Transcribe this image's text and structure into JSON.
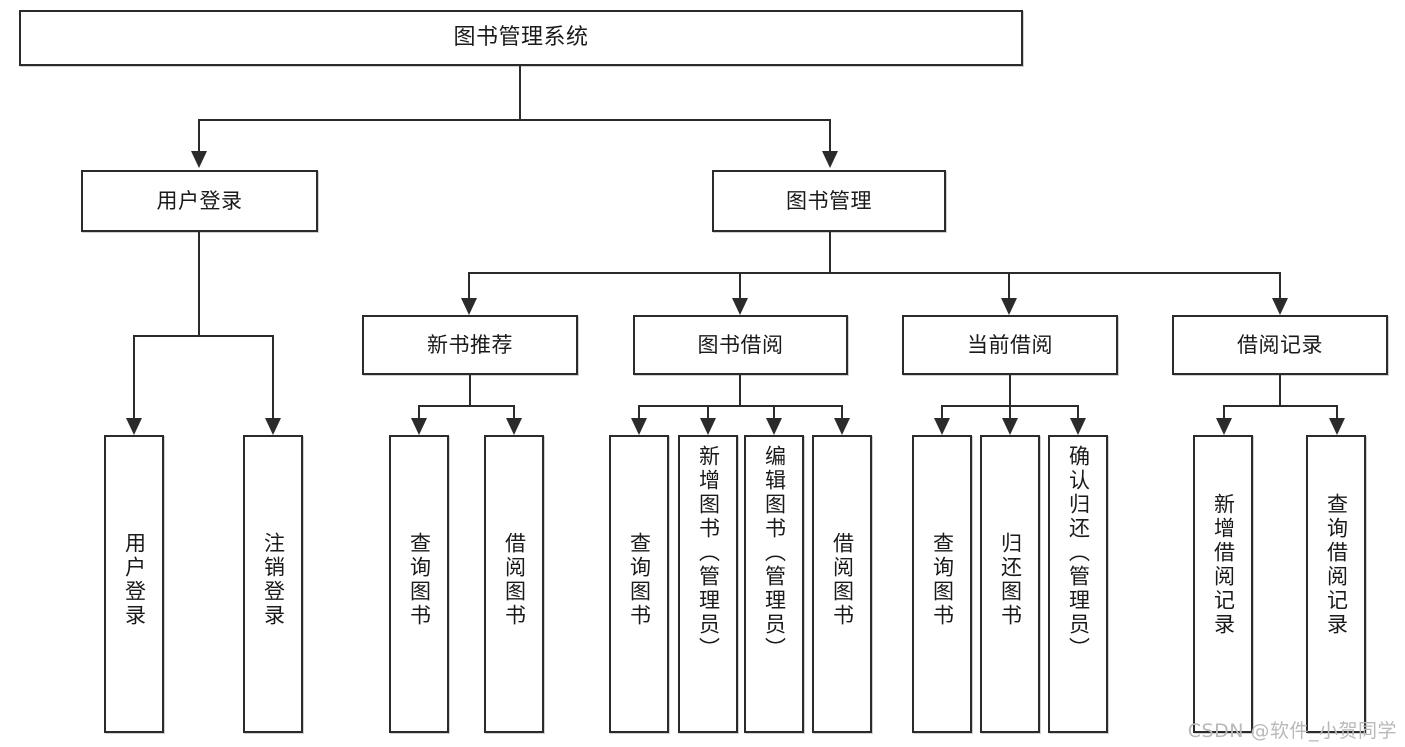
{
  "diagram": {
    "title_node": {
      "label": "图书管理系统"
    },
    "level2": [
      {
        "id": "user-login",
        "label": "用户登录"
      },
      {
        "id": "book-management",
        "label": "图书管理"
      }
    ],
    "level3": [
      {
        "id": "new-book-recommend",
        "label": "新书推荐"
      },
      {
        "id": "book-borrow",
        "label": "图书借阅"
      },
      {
        "id": "current-borrow",
        "label": "当前借阅"
      },
      {
        "id": "borrow-record",
        "label": "借阅记录"
      }
    ],
    "leaves": {
      "user_login": [
        {
          "id": "leaf-user-login",
          "label": "用户登录"
        },
        {
          "id": "leaf-logout-login",
          "label": "注销登录"
        }
      ],
      "new_book_recommend": [
        {
          "id": "leaf-query-book-1",
          "label": "查询图书"
        },
        {
          "id": "leaf-borrow-book-1",
          "label": "借阅图书"
        }
      ],
      "book_borrow": [
        {
          "id": "leaf-query-book-2",
          "label": "查询图书"
        },
        {
          "id": "leaf-add-book",
          "label": "新增图书（管理员）"
        },
        {
          "id": "leaf-edit-book",
          "label": "编辑图书（管理员）"
        },
        {
          "id": "leaf-borrow-book-2",
          "label": "借阅图书"
        }
      ],
      "current_borrow": [
        {
          "id": "leaf-query-book-3",
          "label": "查询图书"
        },
        {
          "id": "leaf-return-book",
          "label": "归还图书"
        },
        {
          "id": "leaf-confirm-return",
          "label": "确认归还（管理员）"
        }
      ],
      "borrow_record": [
        {
          "id": "leaf-add-record",
          "label": "新增借阅记录"
        },
        {
          "id": "leaf-query-record",
          "label": "查询借阅记录"
        }
      ]
    }
  },
  "watermark": {
    "text": "CSDN @软件_小贺同学"
  },
  "colors": {
    "stroke": "#2b2b2b",
    "fill": "#ffffff",
    "text": "#1a1a1a",
    "watermark": "#b9b9b9"
  }
}
